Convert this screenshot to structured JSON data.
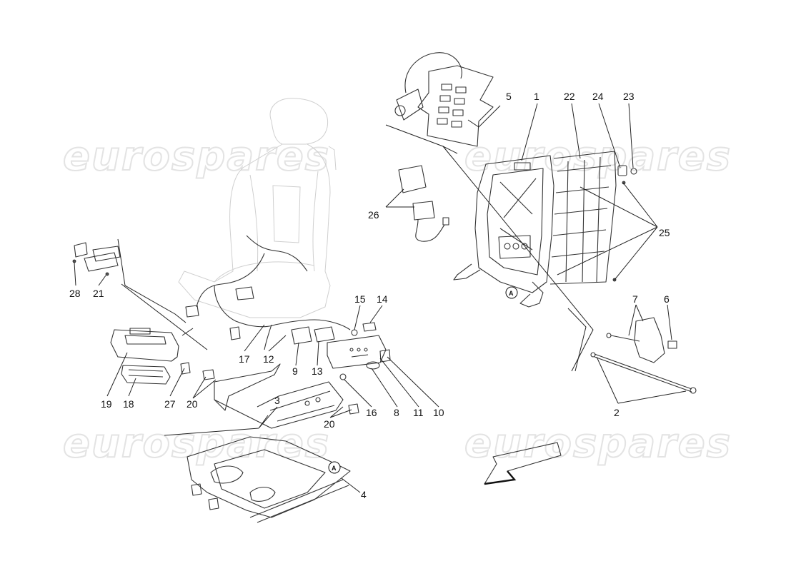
{
  "watermark_text": "eurospares",
  "callout_labels": [
    "1",
    "2",
    "3",
    "4",
    "5",
    "6",
    "7",
    "8",
    "9",
    "10",
    "11",
    "12",
    "13",
    "14",
    "15",
    "16",
    "17",
    "18",
    "19",
    "20",
    "21",
    "22",
    "23",
    "24",
    "25",
    "26",
    "27",
    "28"
  ],
  "view_marker": "A",
  "colors": {
    "line": "#222222",
    "ghost": "#cfcfcf",
    "watermark": "#e3e3e3",
    "background": "#ffffff"
  }
}
